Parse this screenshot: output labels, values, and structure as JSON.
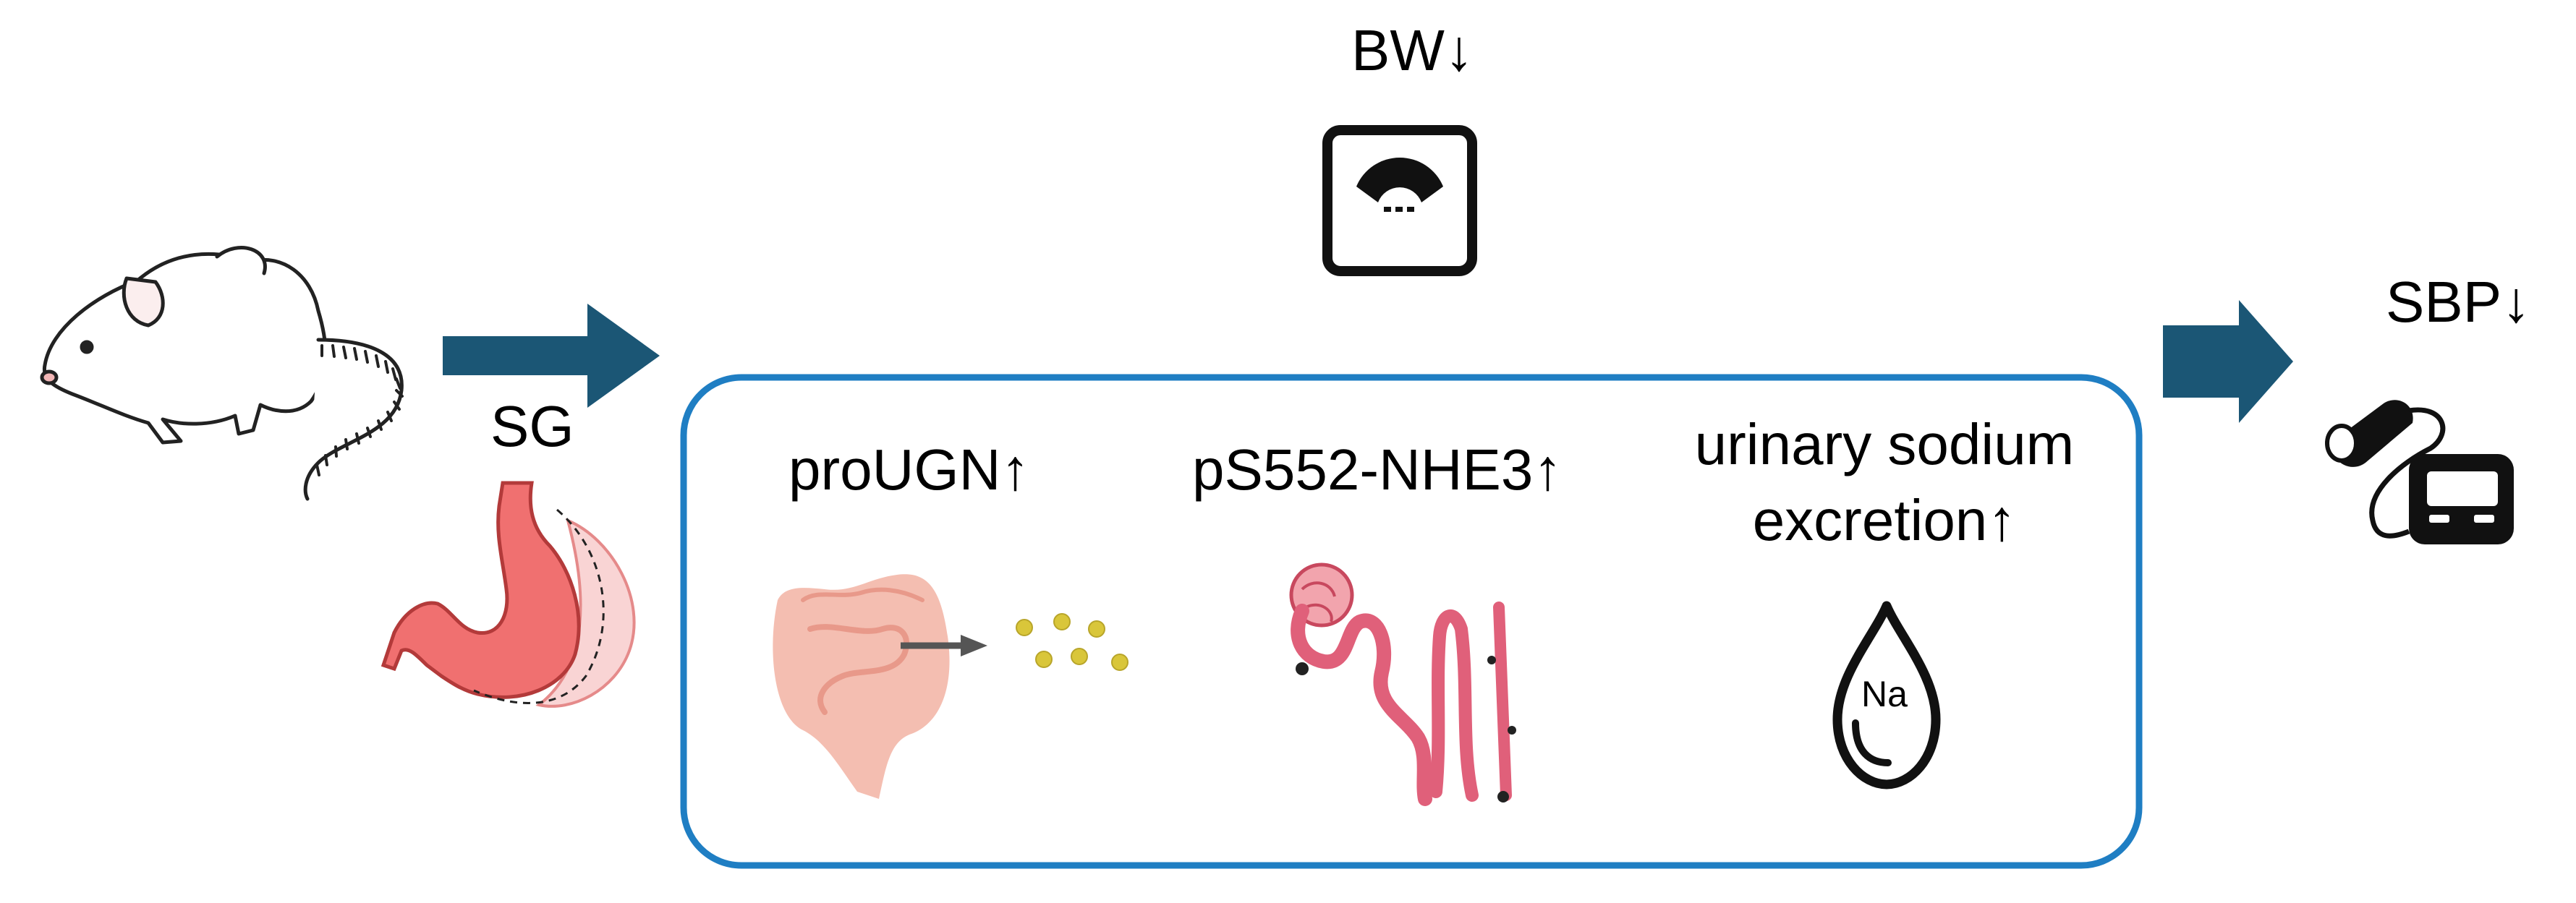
{
  "labels": {
    "body_weight": "BW↓",
    "procedure": "SG",
    "blood_pressure": "SBP↓",
    "prougn": "proUGN↑",
    "nhe3": "pS552-NHE3↑",
    "sodium_line1": "urinary sodium",
    "sodium_line2": "excretion↑",
    "sodium_symbol": "Na"
  },
  "icons": {
    "rat": "rat-icon",
    "stomach": "stomach-icon",
    "scale": "scale-icon",
    "intestine": "intestine-icon",
    "kidney_tubule": "nephron-icon",
    "droplet": "droplet-icon",
    "bp_monitor": "blood-pressure-monitor-icon"
  },
  "colors": {
    "arrow": "#1b5675",
    "box_border": "#1f7ec3",
    "stomach": "#f07070",
    "peptide": "#d9c63a",
    "intestine": "#f3b7a8",
    "nephron": "#e0607a"
  }
}
